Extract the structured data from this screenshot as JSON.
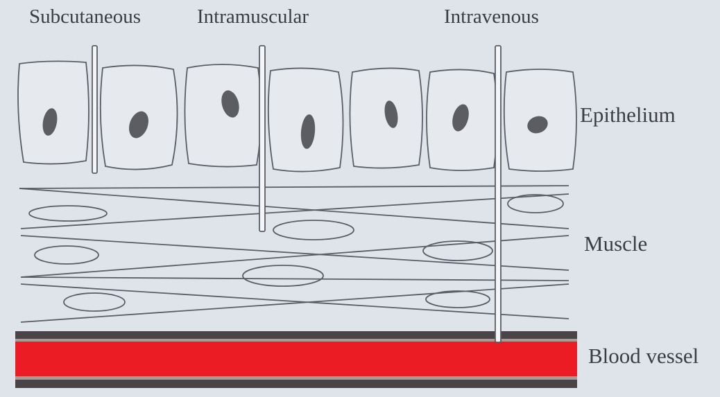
{
  "labels": {
    "subcutaneous": "Subcutaneous",
    "intramuscular": "Intramuscular",
    "intravenous": "Intravenous",
    "epithelium": "Epithelium",
    "muscle": "Muscle",
    "blood_vessel": "Blood vessel"
  },
  "colors": {
    "background": "#dfe3ea",
    "outline": "#5a5d66",
    "nucleus": "#5b5d63",
    "blood": "#ec1c24",
    "vessel_wall": "#4b4446"
  }
}
